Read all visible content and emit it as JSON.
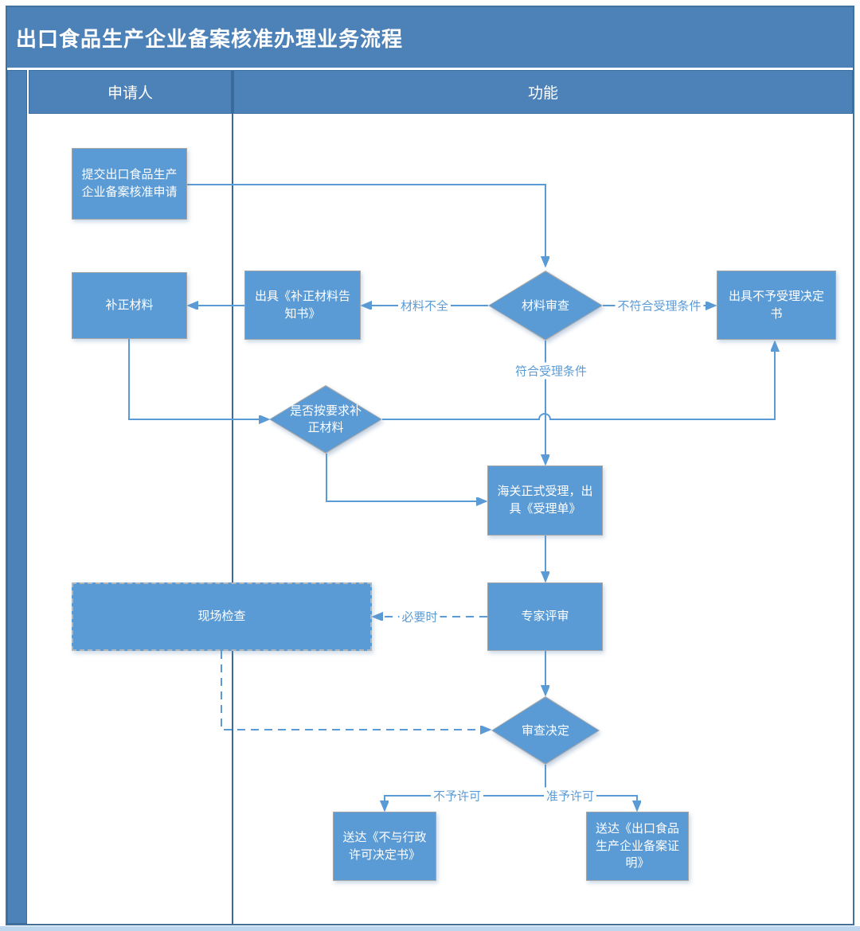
{
  "title": "出口食品生产企业备案核准办理业务流程",
  "lanes": {
    "applicant": "申请人",
    "function": "功能"
  },
  "nodes": {
    "submit_application": "提交出口食品生产企业备案核准申请",
    "supplement_material": "补正材料",
    "issue_supplement_notice": "出具《补正材料告知书》",
    "issue_rejection_decision": "出具不予受理决定书",
    "material_review": "材料审查",
    "supplement_as_required": "是否按要求补正材料",
    "formal_acceptance": "海关正式受理，出具《受理单》",
    "expert_review": "专家评审",
    "site_inspection": "现场检查",
    "review_decision": "审查决定",
    "deliver_denial": "送达《不与行政许可决定书》",
    "deliver_certificate": "送达《出口食品生产企业备案证明》"
  },
  "edge_labels": {
    "material_incomplete": "材料不全",
    "not_meet_acceptance": "不符合受理条件",
    "meet_acceptance": "符合受理条件",
    "when_necessary": "必要时",
    "not_permitted": "不予许可",
    "permitted": "准予许可"
  },
  "colors": {
    "band": "#4d82b8",
    "node": "#5b9bd5",
    "nodeborder": "#a6a6a6",
    "line": "#5b9bd5",
    "labeltext": "#5b9bd5",
    "divider": "#3a6a9d",
    "frame": "#41719c",
    "strip": "#bdd7ee"
  }
}
